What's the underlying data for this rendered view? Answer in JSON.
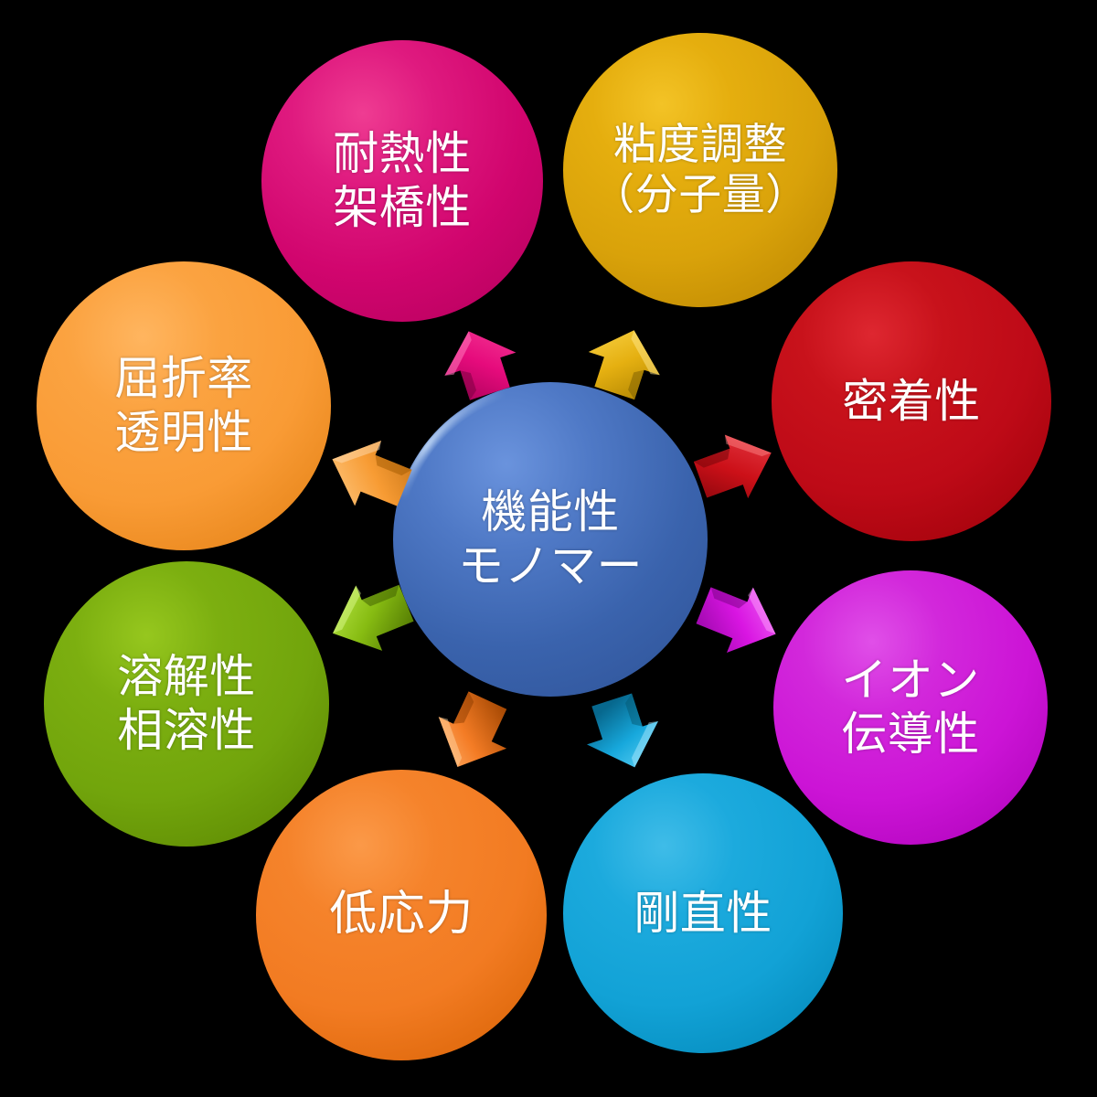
{
  "diagram": {
    "title_center": "機能性\nモノマー",
    "center": {
      "label": "機能性\nモノマー",
      "color": "#3A63AD",
      "color_light": "#5A83CD",
      "color_dark": "#2A4C8C"
    },
    "nodes": [
      {
        "id": "heat-resistance",
        "label": "耐熱性\n架橋性",
        "color": "#D1056E",
        "color_light": "#F23F96",
        "color_dark": "#99004F",
        "arrow_color": "#E60B7C",
        "arrow_color_dark": "#A60058"
      },
      {
        "id": "viscosity-adjustment",
        "label": "粘度調整\n（分子量）",
        "color": "#D9A20A",
        "color_light": "#F7CE3C",
        "color_dark": "#A87800",
        "arrow_color": "#E5B011",
        "arrow_color_dark": "#AC8100"
      },
      {
        "id": "adhesion",
        "label": "密着性",
        "color": "#BE0A17",
        "color_light": "#E8414C",
        "color_dark": "#8C0009",
        "arrow_color": "#CC1018",
        "arrow_color_dark": "#8F070D"
      },
      {
        "id": "ion-conductivity",
        "label": "イオン\n伝導性",
        "color": "#CC14D6",
        "color_light": "#E95BEF",
        "color_dark": "#9B00A8",
        "arrow_color": "#D915E2",
        "arrow_color_dark": "#9E06A8"
      },
      {
        "id": "rigidity",
        "label": "剛直性",
        "color": "#12A2D6",
        "color_light": "#4FC8EE",
        "color_dark": "#0079A8",
        "arrow_color": "#17A8DC",
        "arrow_color_dark": "#0B7AA5"
      },
      {
        "id": "low-stress",
        "label": "低応力",
        "color": "#F27B22",
        "color_light": "#FBA759",
        "color_dark": "#C25400",
        "arrow_color": "#F47C25",
        "arrow_color_dark": "#BD580C"
      },
      {
        "id": "solubility",
        "label": "溶解性\n相溶性",
        "color": "#72A50C",
        "color_light": "#A4D635",
        "color_dark": "#4E7600",
        "arrow_color": "#87BC12",
        "arrow_color_dark": "#5B8403"
      },
      {
        "id": "refractive-index",
        "label": "屈折率\n透明性",
        "color": "#F99B35",
        "color_light": "#FFC06E",
        "color_dark": "#CE7000",
        "arrow_color": "#F79B33",
        "arrow_color_dark": "#C67417"
      }
    ],
    "background_color": "#000000",
    "text_color": "#FFFFFF"
  }
}
